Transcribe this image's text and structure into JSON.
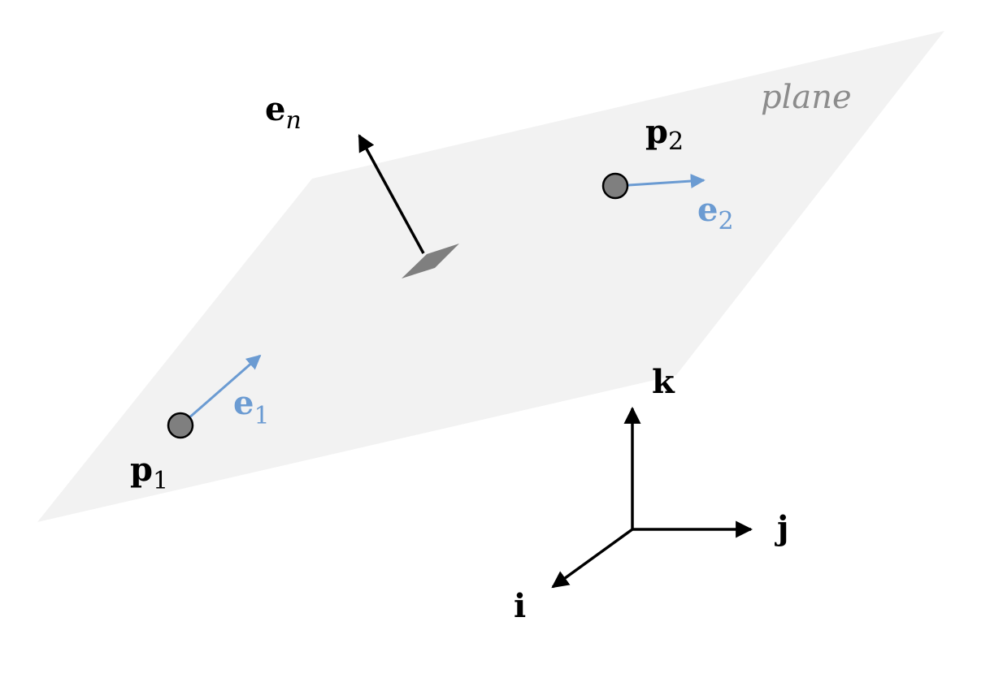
{
  "labels": {
    "plane": "plane",
    "normal_base": "e",
    "normal_sub": "n",
    "p1_base": "p",
    "p1_sub": "1",
    "p2_base": "p",
    "p2_sub": "2",
    "e1_base": "e",
    "e1_sub": "1",
    "e2_base": "e",
    "e2_sub": "2",
    "axis_i": "i",
    "axis_j": "j",
    "axis_k": "k"
  },
  "colors": {
    "plane_fill": "#f2f2f2",
    "point_fill": "#7f7f7f",
    "patch_fill": "#7f7f7f",
    "tangent_vector": "#6b9bd2",
    "ink": "#000000",
    "plane_label": "#8c8c8c"
  }
}
